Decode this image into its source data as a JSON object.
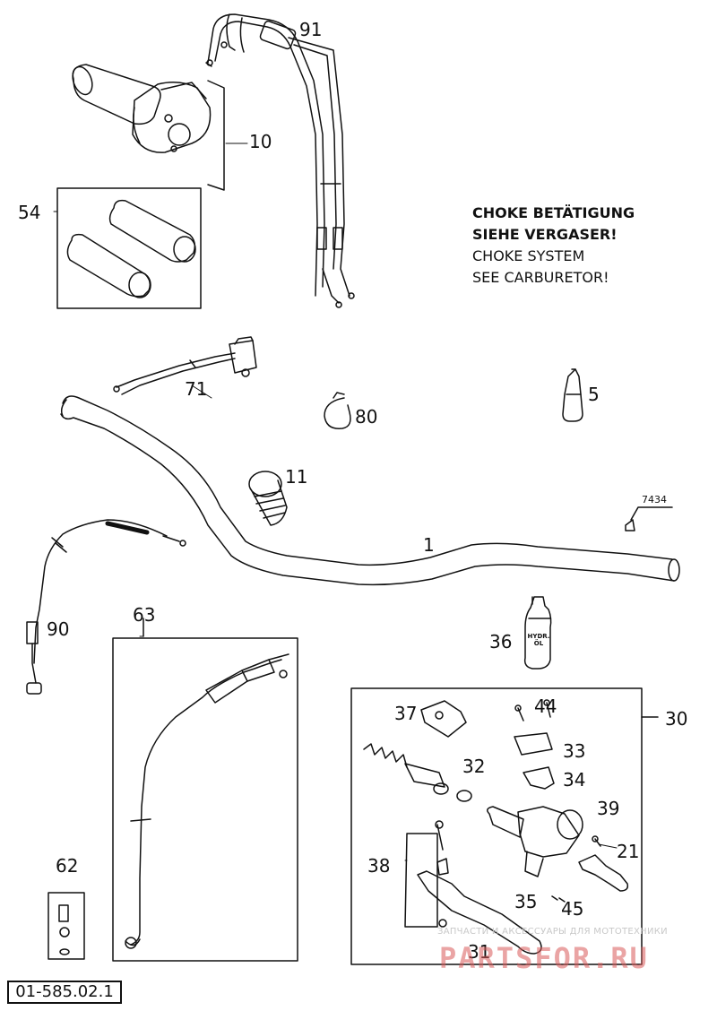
{
  "diagram": {
    "document_number": "01-585.02.1",
    "note": {
      "line1": "CHOKE BETÄTIGUNG",
      "line2": "SIEHE VERGASER!",
      "line3": "CHOKE SYSTEM",
      "line4": "SEE CARBURETOR!"
    },
    "callouts": {
      "c91": "91",
      "c10": "10",
      "c54": "54",
      "c71": "71",
      "c5": "5",
      "c80": "80",
      "c11": "11",
      "c7434": "7434",
      "c1": "1",
      "c90": "90",
      "c63": "63",
      "c36": "36",
      "c30": "30",
      "c37": "37",
      "c44": "44",
      "c33": "33",
      "c32": "32",
      "c34": "34",
      "c39": "39",
      "c38": "38",
      "c21": "21",
      "c62": "62",
      "c35": "35",
      "c45": "45",
      "c31": "31"
    },
    "bottle_label": "HYDR. ÖL",
    "watermark_text": "ЗАПЧАСТИ И АКСЕССУАРЫ ДЛЯ МОТОТЕХНИКИ",
    "watermark_brand": "PARTSFOR.RU"
  }
}
